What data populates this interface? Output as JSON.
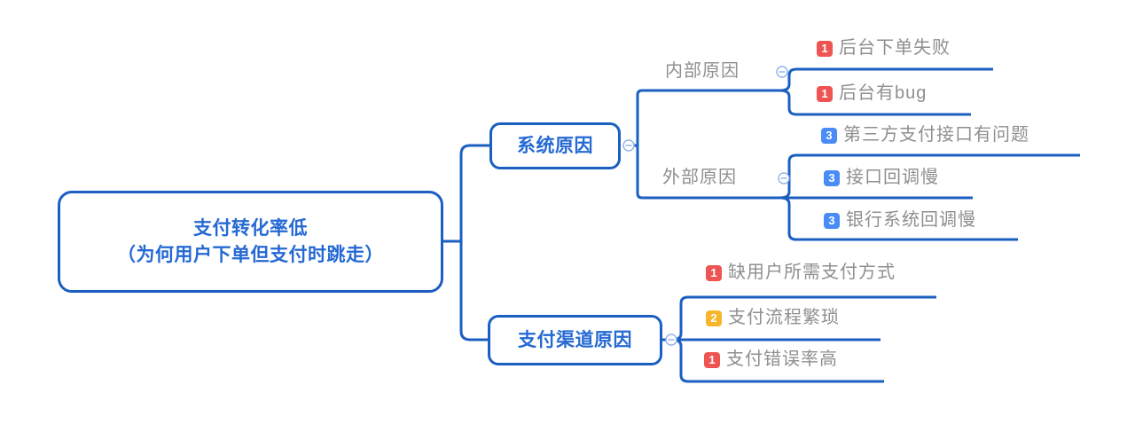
{
  "diagram": {
    "type": "mindmap",
    "root": {
      "line1": "支付转化率低",
      "line2": "（为何用户下单但支付时跳走）"
    },
    "branches": [
      {
        "label": "系统原因",
        "groups": [
          {
            "label": "内部原因",
            "items": [
              {
                "priority": "1",
                "label": "后台下单失败"
              },
              {
                "priority": "1",
                "label": "后台有bug"
              }
            ]
          },
          {
            "label": "外部原因",
            "items": [
              {
                "priority": "3",
                "label": "第三方支付接口有问题"
              },
              {
                "priority": "3",
                "label": "接口回调慢"
              },
              {
                "priority": "3",
                "label": "银行系统回调慢"
              }
            ]
          }
        ]
      },
      {
        "label": "支付渠道原因",
        "items": [
          {
            "priority": "1",
            "label": "缺用户所需支付方式"
          },
          {
            "priority": "2",
            "label": "支付流程繁琐"
          },
          {
            "priority": "1",
            "label": "支付错误率高"
          }
        ]
      }
    ],
    "colors": {
      "line": "#1b5fc1",
      "node_text": "#2569d3",
      "leaf_text": "#8f8f8f",
      "p1": "#ee5451",
      "p2": "#f7b52c",
      "p3": "#4a8cf5"
    }
  }
}
